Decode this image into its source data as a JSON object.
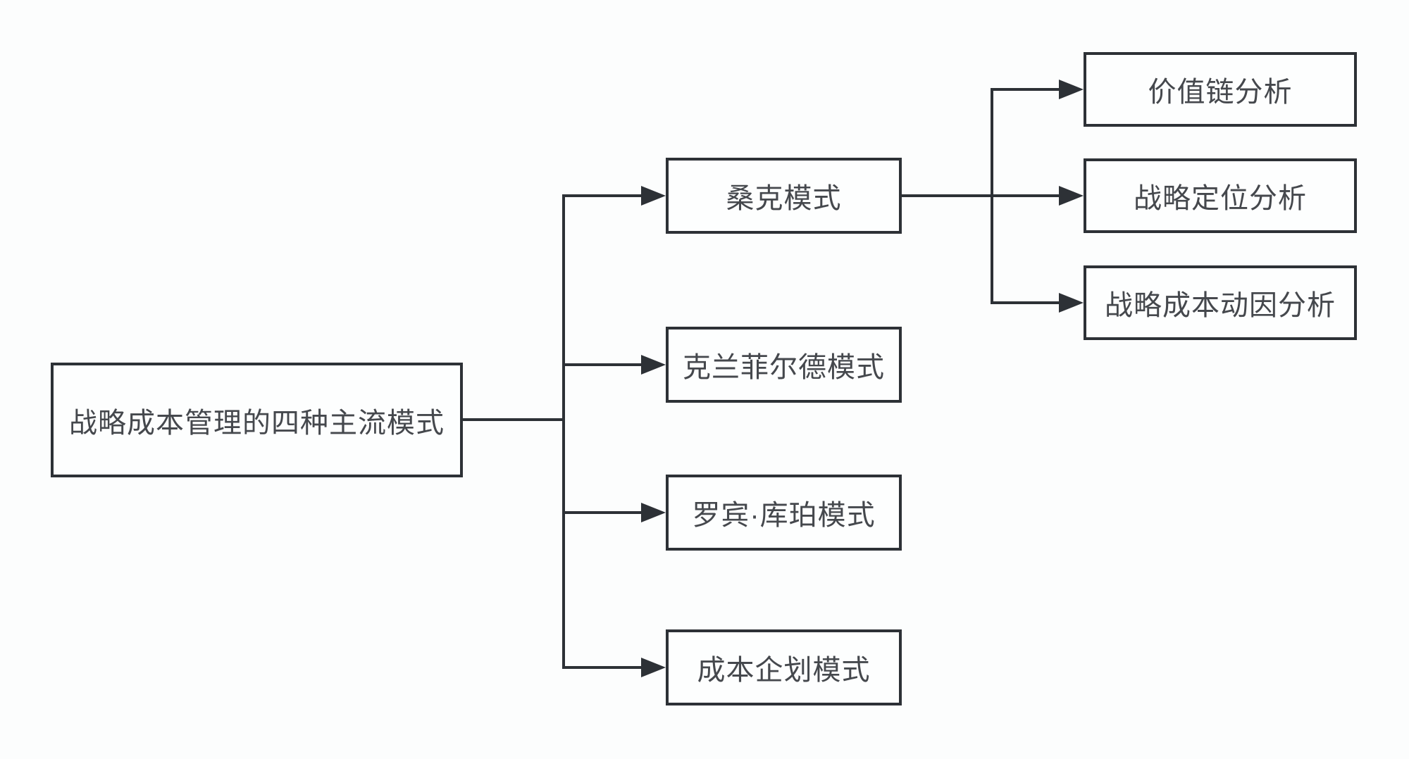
{
  "diagram": {
    "title_node": {
      "label": "战略成本管理的四种主流模式"
    },
    "modes": [
      {
        "label": "桑克模式"
      },
      {
        "label": "克兰菲尔德模式"
      },
      {
        "label": "罗宾·库珀模式"
      },
      {
        "label": "成本企划模式"
      }
    ],
    "shank_analyses": [
      {
        "label": "价值链分析"
      },
      {
        "label": "战略定位分析"
      },
      {
        "label": "战略成本动因分析"
      }
    ],
    "colors": {
      "line": "#2d3136",
      "text": "#45484d",
      "box_fill": "#fdfefe",
      "background": "#fcfdfd"
    }
  }
}
